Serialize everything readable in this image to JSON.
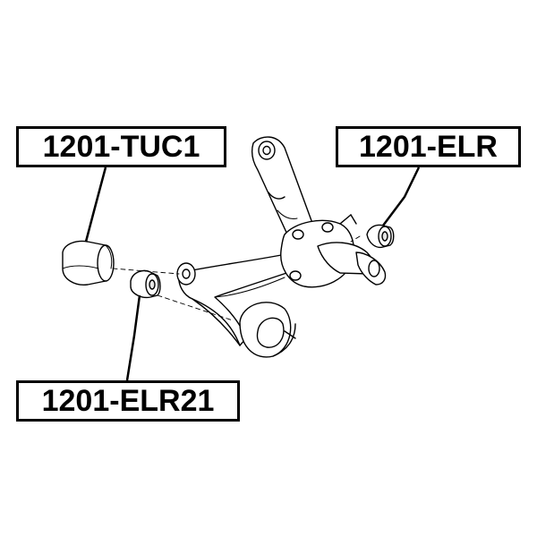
{
  "labels": {
    "tuc1": "1201-TUC1",
    "elr": "1201-ELR",
    "elr21": "1201-ELR21"
  },
  "colors": {
    "line": "#000000",
    "fill": "#ffffff",
    "shade": "#e6e6e6"
  }
}
